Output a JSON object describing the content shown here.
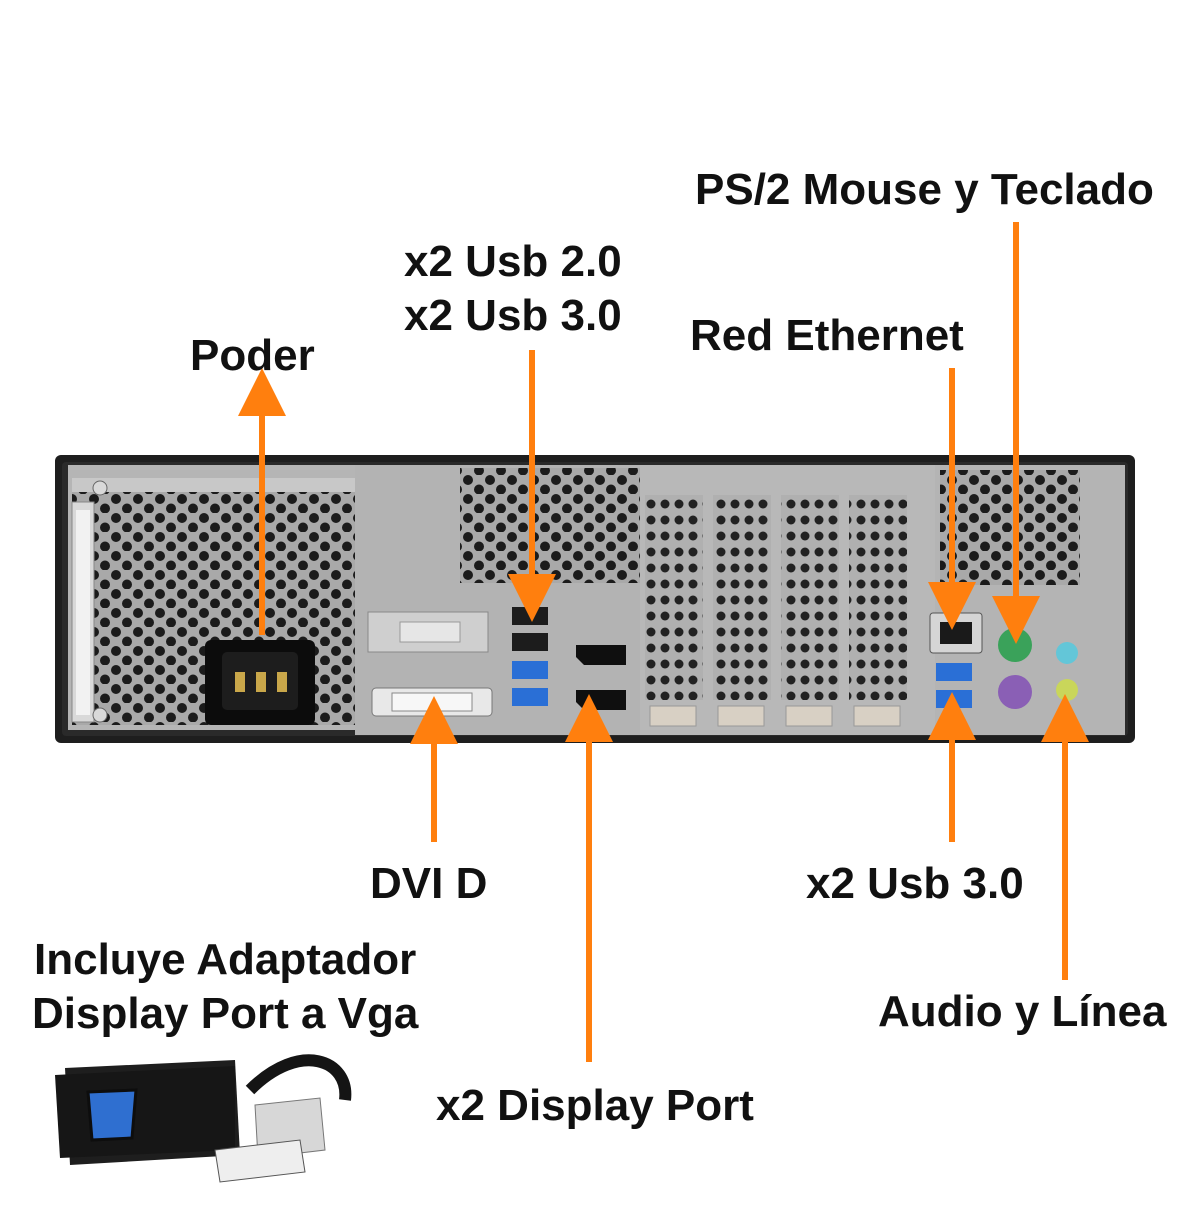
{
  "colors": {
    "arrow": "#ff7f0e",
    "chassis": "#202020",
    "panel": "#b9b9b9",
    "usb3_blue": "#2a6fd6",
    "ps2_green": "#3aa25a",
    "ps2_purple": "#8a5fb5",
    "audio_cyan": "#63c6d8",
    "audio_lime": "#c9d65a",
    "vga_blue": "#2f6fd0"
  },
  "labels": {
    "poder": "Poder",
    "usb2": "x2 Usb 2.0",
    "usb3_top": "x2 Usb 3.0",
    "ethernet": "Red Ethernet",
    "ps2": "PS/2 Mouse y Teclado",
    "dvi": "DVI D",
    "usb3_bottom": "x2 Usb 3.0",
    "adapter_line1": "Incluye Adaptador",
    "adapter_line2": "Display Port a Vga",
    "audio": "Audio y Línea",
    "displayport": "x2 Display Port"
  },
  "icons": {
    "computer": "desktop-rear-panel",
    "adapter": "displayport-to-vga-adapter"
  }
}
